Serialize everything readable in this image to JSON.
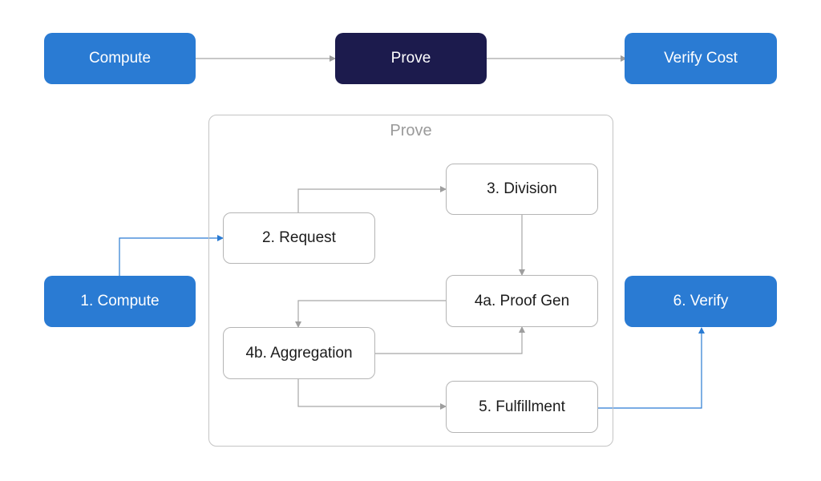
{
  "top_flow": {
    "compute_label": "Compute",
    "prove_label": "Prove",
    "verify_cost_label": "Verify Cost"
  },
  "prove_group": {
    "title": "Prove",
    "steps": {
      "request": "2. Request",
      "division": "3. Division",
      "proof_gen": "4a. Proof Gen",
      "aggregation": "4b. Aggregation",
      "fulfillment": "5. Fulfillment"
    }
  },
  "outside_steps": {
    "compute": "1. Compute",
    "verify": "6. Verify"
  },
  "colors": {
    "blue": "#2a7bd3",
    "dark_navy": "#1c1b4d",
    "gray_line": "#a6a6a6",
    "blue_line": "#2a7bd3"
  }
}
